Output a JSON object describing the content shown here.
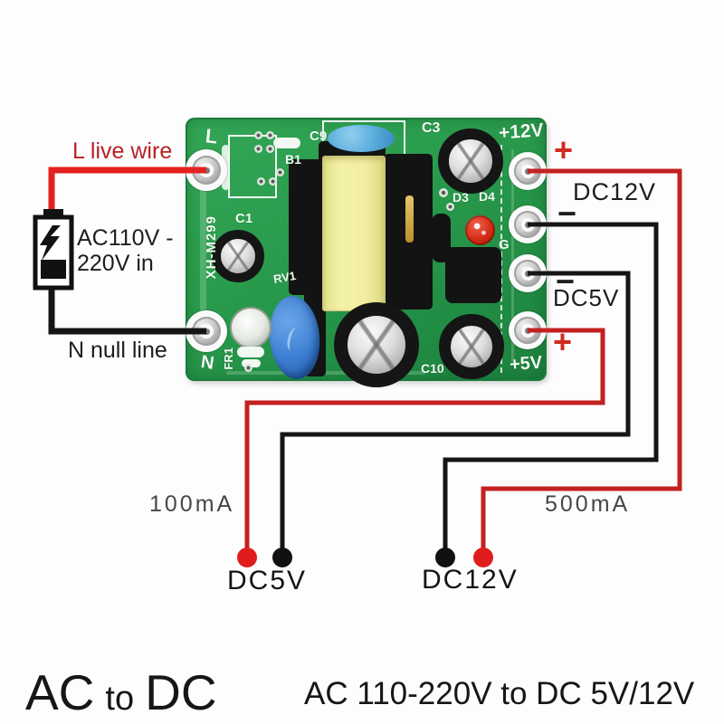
{
  "colors": {
    "pcb_green": "#2a9c4d",
    "wire_red_input": "#e42120",
    "wire_red_output": "#c22120",
    "wire_black": "#151515",
    "annotation_red": "#bb2026",
    "annotation_gray": "#474747",
    "text_black": "#1a1a1a",
    "transformer_yellow": "#f1efa0",
    "capacitor_blue": "#57a9da",
    "varistor_blue": "#3c7fd2",
    "led_red": "#d22b14"
  },
  "input": {
    "live_wire_label": "L live wire",
    "voltage_line1": "AC110V -",
    "voltage_line2": "220V in",
    "null_line_label": "N null line"
  },
  "board": {
    "silkscreen": {
      "pad_l": "L",
      "pad_n": "N",
      "c9": "C9",
      "b1": "B1",
      "c3": "C3",
      "plus_12v": "+12V",
      "d3": "D3",
      "d4": "D4",
      "g": "G",
      "c1": "C1",
      "model": "XH-M299",
      "rv1": "RV1",
      "fr1": "FR1",
      "c10": "C10",
      "plus_5v": "+5V"
    }
  },
  "outputs": {
    "dc12v_plus": "+",
    "dc12v_label": "DC12V",
    "dc12v_minus": "−",
    "dc5v_minus": "−",
    "dc5v_label": "DC5V",
    "dc5v_plus": "+",
    "dc5v_current": "100mA",
    "dc12v_current": "500mA",
    "dc5v_lead_label": "DC5V",
    "dc12v_lead_label": "DC12V"
  },
  "captions": {
    "title_ac": "AC",
    "title_to": "to",
    "title_dc": "DC",
    "subtitle": "AC 110-220V to DC 5V/12V"
  }
}
